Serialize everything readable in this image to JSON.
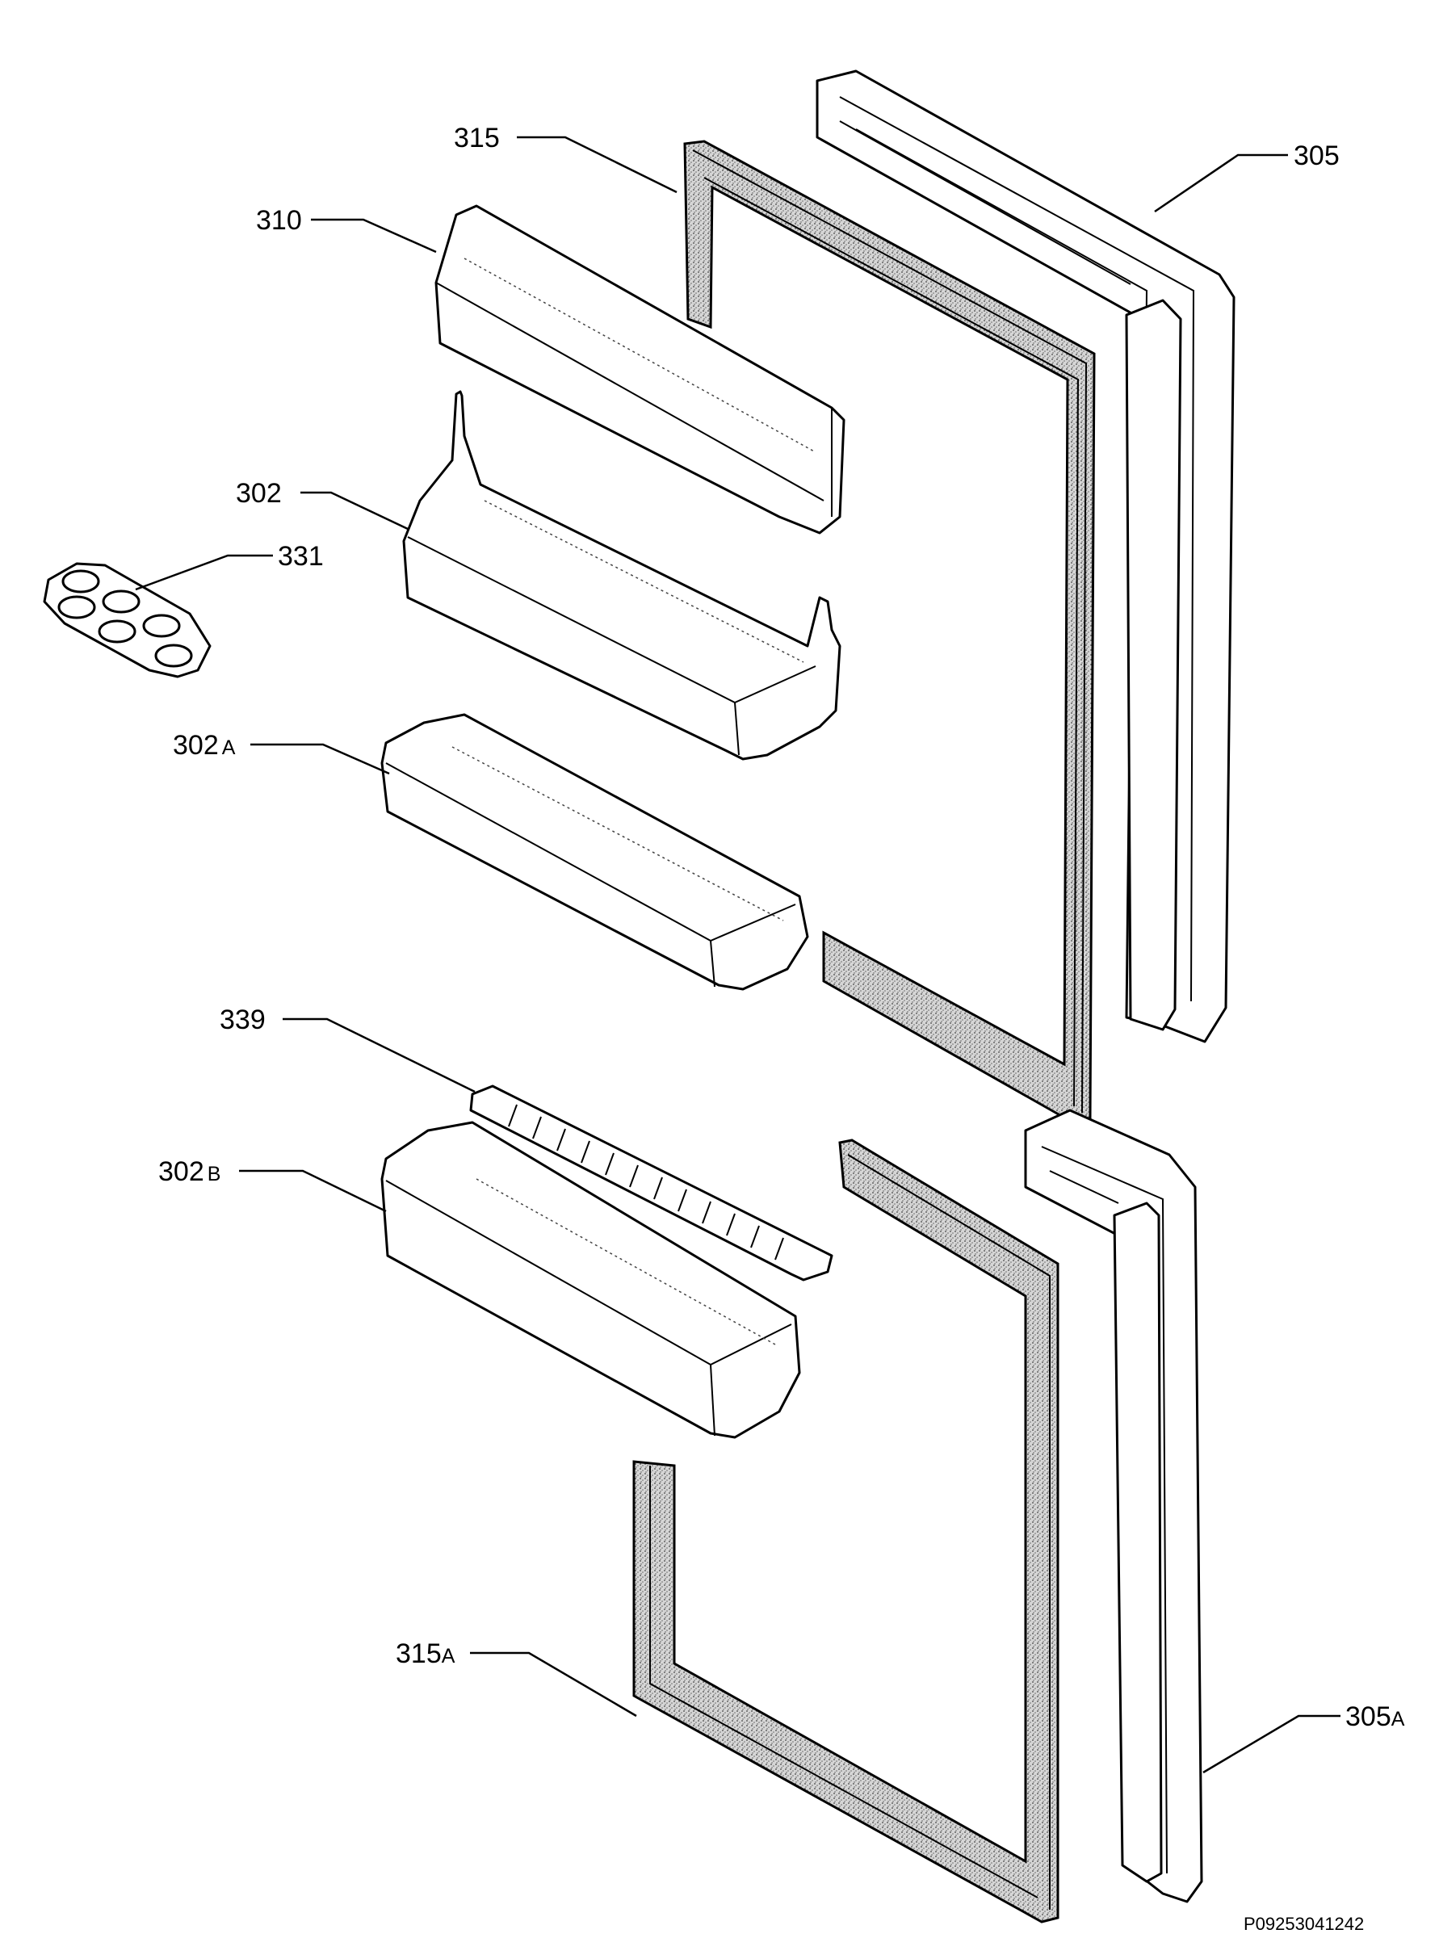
{
  "callouts": [
    {
      "id": "305",
      "num": "305",
      "suffix": ""
    },
    {
      "id": "315",
      "num": "315",
      "suffix": ""
    },
    {
      "id": "310",
      "num": "310",
      "suffix": ""
    },
    {
      "id": "302",
      "num": "302",
      "suffix": ""
    },
    {
      "id": "331",
      "num": "331",
      "suffix": ""
    },
    {
      "id": "302A",
      "num": "302",
      "suffix": "A"
    },
    {
      "id": "339",
      "num": "339",
      "suffix": ""
    },
    {
      "id": "302B",
      "num": "302",
      "suffix": "B"
    },
    {
      "id": "315A",
      "num": "315",
      "suffix": "A"
    },
    {
      "id": "305A",
      "num": "305",
      "suffix": "A"
    }
  ],
  "drawing_ref": "P09253041242",
  "colors": {
    "line": "#000000",
    "gasket": "#9a9a9a",
    "background": "#ffffff"
  }
}
